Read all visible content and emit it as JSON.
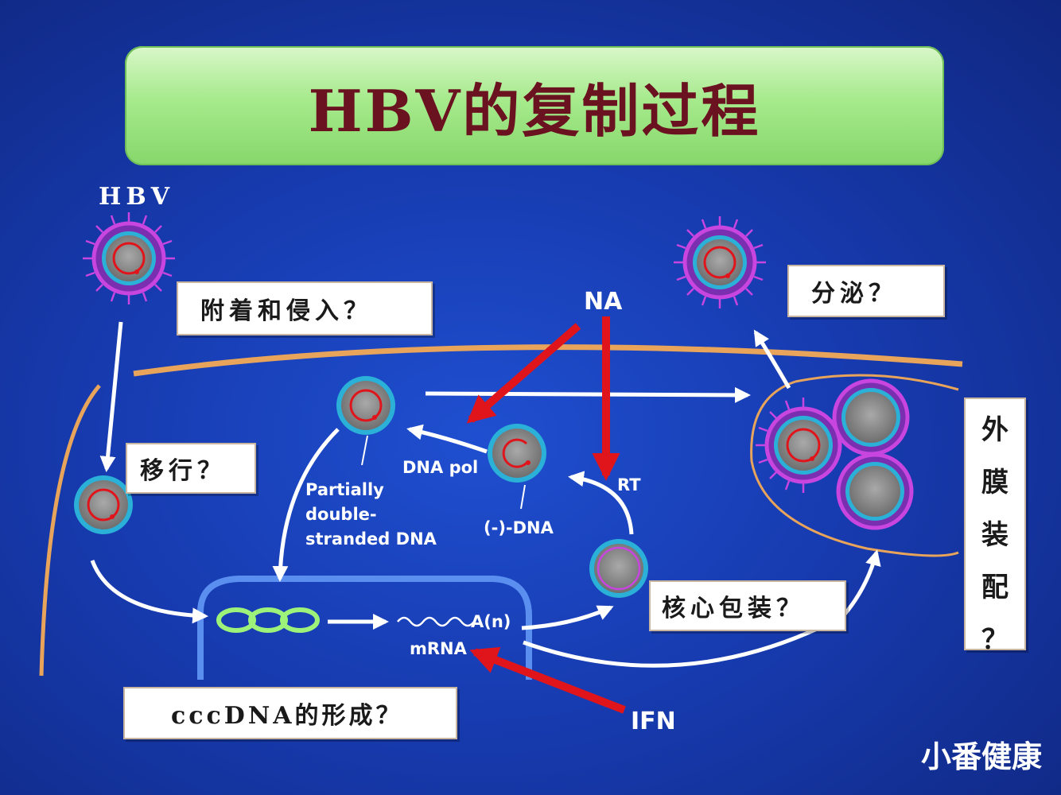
{
  "title": "HBV的复制过程",
  "labels": {
    "hbv": "HBV",
    "na": "NA",
    "ifn": "IFN",
    "dna_pol": "DNA pol",
    "rt": "RT",
    "partially_line1": "Partially",
    "partially_line2": "double-",
    "partially_line3": "stranded DNA",
    "minus_dna": "(-)-DNA",
    "poly_a": "A(n)",
    "mrna": "mRNA"
  },
  "questions": {
    "attach": "附着和侵入？",
    "migrate": "移行？",
    "secrete": "分泌？",
    "core_pack": "核心包装？",
    "cccdna": "cccDNA的形成？",
    "envelope_chars": [
      "外",
      "膜",
      "装",
      "配",
      "？"
    ]
  },
  "watermark": "小番健康",
  "colors": {
    "inhibitor_arrow": "#e0151c",
    "flow_arrow": "#ffffff",
    "membrane": "#e8a45a",
    "nucleus": "#5a8ff0",
    "title_text": "#6a1220"
  }
}
